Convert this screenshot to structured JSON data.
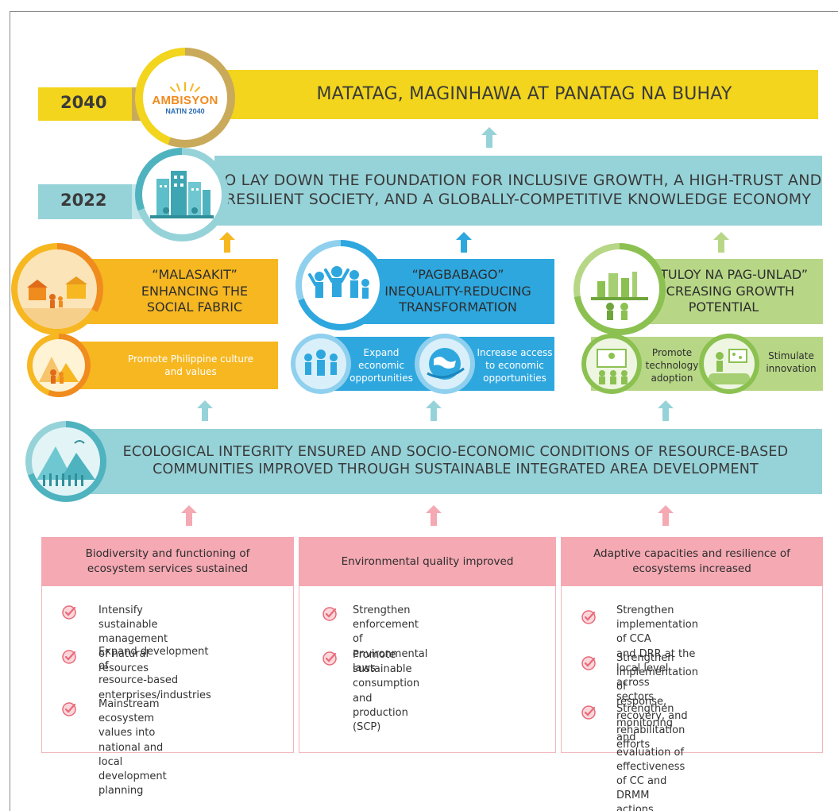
{
  "vision": {
    "year": "2040",
    "logo_top": "AMBISYON",
    "logo_bottom": "NATIN 2040",
    "title": "MATATAG, MAGINHAWA AT PANATAG NA BUHAY"
  },
  "goal": {
    "year": "2022",
    "title_line1": "TO LAY DOWN THE FOUNDATION FOR INCLUSIVE GROWTH, A HIGH-TRUST AND",
    "title_line2": "RESILIENT SOCIETY, AND A GLOBALLY-COMPETITIVE KNOWLEDGE ECONOMY"
  },
  "pillars": [
    {
      "line1": "“MALASAKIT”",
      "line2": "ENHANCING THE",
      "line3": "SOCIAL FABRIC",
      "strategies": [
        {
          "line1": "Promote Philippine culture",
          "line2": "and values"
        }
      ]
    },
    {
      "line1": "“PAGBABAGO”",
      "line2": "INEQUALITY-REDUCING",
      "line3": "TRANSFORMATION",
      "strategies": [
        {
          "line1": "Expand",
          "line2": "economic",
          "line3": "opportunities"
        },
        {
          "line1": "Increase access",
          "line2": "to economic",
          "line3": "opportunities"
        }
      ]
    },
    {
      "line1": "“PATULOY NA PAG-UNLAD”",
      "line2": "INCREASING GROWTH",
      "line3": "POTENTIAL",
      "strategies": [
        {
          "line1": "Promote",
          "line2": "technology",
          "line3": "adoption"
        },
        {
          "line1": "Stimulate",
          "line2": "innovation"
        }
      ]
    }
  ],
  "sector_goal": {
    "line1": "ECOLOGICAL INTEGRITY ENSURED AND SOCIO-ECONOMIC CONDITIONS OF RESOURCE-BASED",
    "line2": "COMMUNITIES IMPROVED THROUGH SUSTAINABLE INTEGRATED AREA DEVELOPMENT"
  },
  "outcomes": [
    {
      "head1": "Biodiversity and functioning of",
      "head2": "ecosystem services sustained",
      "items": [
        [
          "Intensify sustainable management",
          "of natural resources"
        ],
        [
          "Expand development of",
          "resource-based",
          "enterprises/industries"
        ],
        [
          "Mainstream ecosystem values into",
          "national and local development",
          "planning"
        ]
      ]
    },
    {
      "head1": "Environmental quality improved",
      "head2": "",
      "items": [
        [
          "Strengthen enforcement of",
          "environmental laws"
        ],
        [
          "Promote sustainable",
          "consumption and production",
          "(SCP)"
        ]
      ]
    },
    {
      "head1": "Adaptive capacities and resilience of",
      "head2": "ecosystems increased",
      "items": [
        [
          "Strengthen implementation of CCA",
          "and DRR at the local level across",
          "sectors"
        ],
        [
          "Strengthen implementation of",
          "response, recovery, and rehabilitation",
          "efforts"
        ],
        [
          "Strengthen monitoring and",
          "evaluation of effectiveness of CC and",
          "DRMM actions"
        ]
      ]
    }
  ],
  "colors": {
    "vision_yellow": "#f2d51c",
    "vision_tan": "#c9aa5a",
    "goal_teal": "#96d3d9",
    "pillar_orange": "#f6b721",
    "pillar_blue": "#2ea7df",
    "pillar_green": "#b7d786",
    "outcome_pink": "#f4a9b3",
    "check_red": "#e86a78"
  }
}
